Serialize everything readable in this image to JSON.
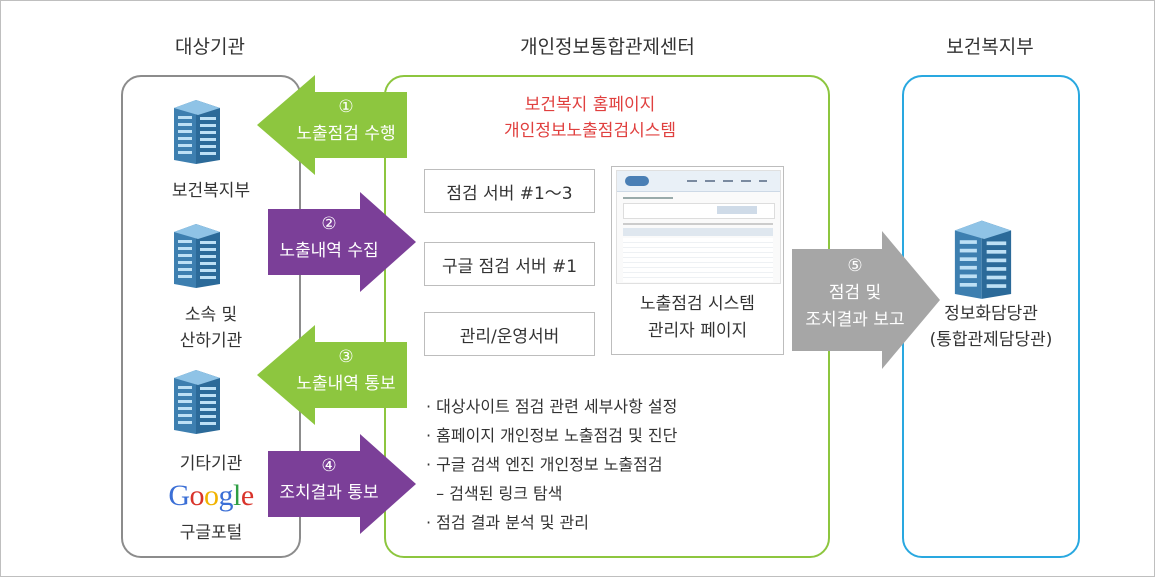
{
  "columns": {
    "left": "대상기관",
    "center": "개인정보통합관제센터",
    "right": "보건복지부"
  },
  "left_panel": {
    "orgs": [
      "보건복지부",
      "소속 및\n산하기관",
      "기타기관",
      "구글포털"
    ],
    "google_logo": "Google"
  },
  "center_panel": {
    "system_title_1": "보건복지 홈페이지",
    "system_title_2": "개인정보노출점검시스템",
    "servers": [
      "점검 서버 #1～3",
      "구글 점검 서버 #1",
      "관리/운영서버"
    ],
    "admin_caption_1": "노출점검 시스템",
    "admin_caption_2": "관리자 페이지",
    "bullets": [
      "· 대상사이트 점검 관련 세부사항 설정",
      "· 홈페이지 개인정보 노출점검 및 진단",
      "· 구글 검색 엔진 개인정보 노출점검",
      "  – 검색된 링크 탐색",
      "· 점검 결과 분석 및 관리"
    ]
  },
  "arrows": [
    {
      "num": "①",
      "label": "노출점검 수행",
      "color": "#8dc63f"
    },
    {
      "num": "②",
      "label": "노출내역 수집",
      "color": "#7b3f98"
    },
    {
      "num": "③",
      "label": "노출내역 통보",
      "color": "#8dc63f"
    },
    {
      "num": "④",
      "label": "조치결과 통보",
      "color": "#7b3f98"
    },
    {
      "num": "⑤",
      "label": "점검 및\n조치결과 보고",
      "color": "#a6a6a6"
    }
  ],
  "right_panel": {
    "org": "정보화담당관\n(통합관제담당관)"
  },
  "colors": {
    "left_border": "#8c8c8c",
    "center_border": "#8dc63f",
    "right_border": "#29a8e0",
    "system_title": "#e0403f"
  }
}
